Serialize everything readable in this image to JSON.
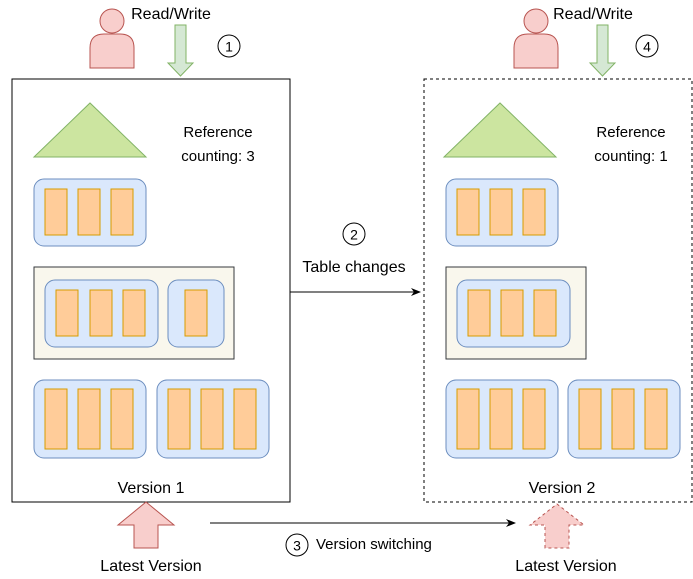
{
  "diagram": {
    "left": {
      "actor_label": "Read/Write",
      "step_number": "1",
      "ref_label_line1": "Reference",
      "ref_label_line2": "counting: 3",
      "version_label": "Version 1",
      "latest_label": "Latest Version"
    },
    "right": {
      "actor_label": "Read/Write",
      "step_number": "4",
      "ref_label_line1": "Reference",
      "ref_label_line2": "counting: 1",
      "version_label": "Version 2",
      "latest_label": "Latest Version"
    },
    "table_changes": {
      "step_number": "2",
      "label": "Table changes"
    },
    "version_switching": {
      "step_number": "3",
      "label": "Version switching"
    }
  },
  "colors": {
    "actor_fill": "#f8cecc",
    "actor_stroke": "#b85450",
    "read_arrow_fill": "#d5e8d4",
    "read_arrow_stroke": "#82b366",
    "triangle_fill": "#cce5a0",
    "group_fill": "#dae8fc",
    "group_stroke": "#6c8ebf",
    "cell_fill": "#ffcc99",
    "cell_stroke": "#d79b00",
    "container_fill": "#f9f7ed",
    "container_stroke": "#36393d",
    "latest_arrow_fill": "#f8cecc",
    "latest_arrow_stroke": "#b85450"
  }
}
